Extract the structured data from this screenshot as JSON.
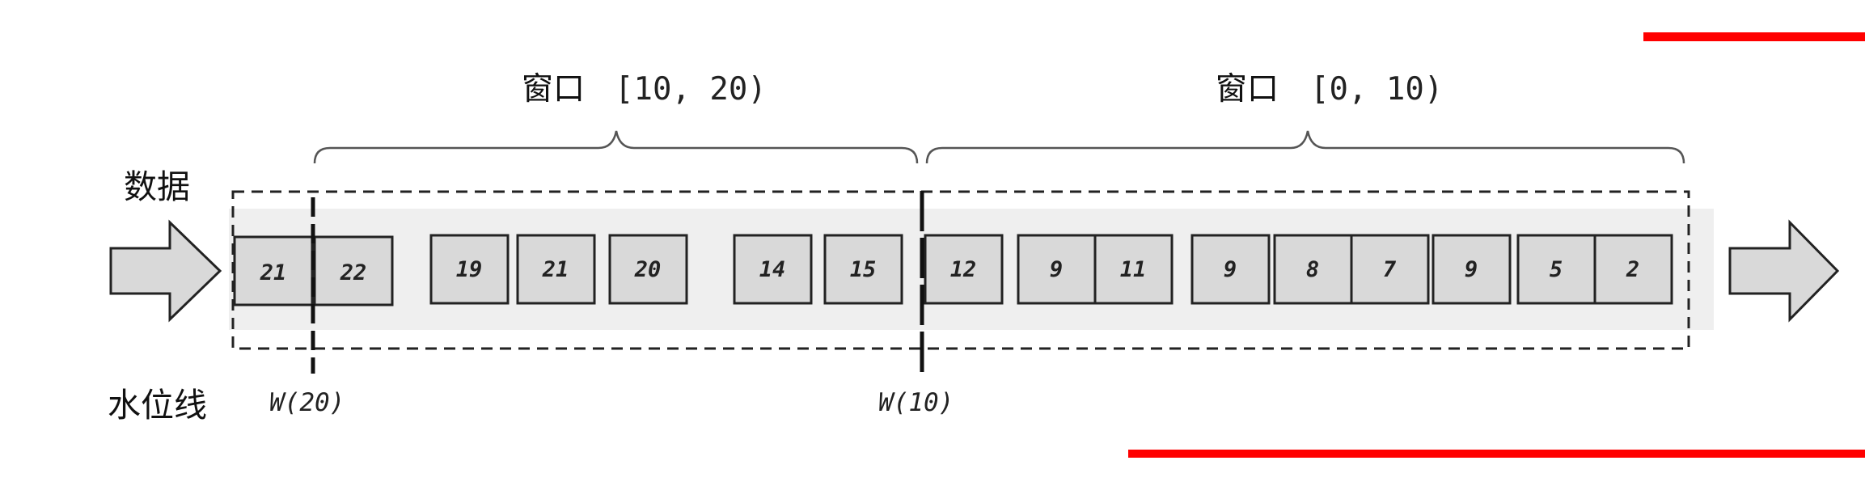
{
  "labels": {
    "data": "数据",
    "watermark": "水位线"
  },
  "windows": [
    {
      "cn": "窗口",
      "range": "[10, 20)"
    },
    {
      "cn": "窗口",
      "range": "[0, 10)"
    }
  ],
  "watermarks": [
    {
      "label": "W(20)"
    },
    {
      "label": "W(10)"
    }
  ],
  "events": [
    "21",
    "22",
    "19",
    "21",
    "20",
    "14",
    "15",
    "12",
    "9",
    "11",
    "9",
    "8",
    "7",
    "9",
    "5",
    "2"
  ],
  "colors": {
    "box_fill": "#d9d9d9",
    "stream_band": "#efefef",
    "arrow_fill": "#d9d9d9",
    "stroke": "#222222",
    "watermark_artifact_red": "#ff0000"
  }
}
